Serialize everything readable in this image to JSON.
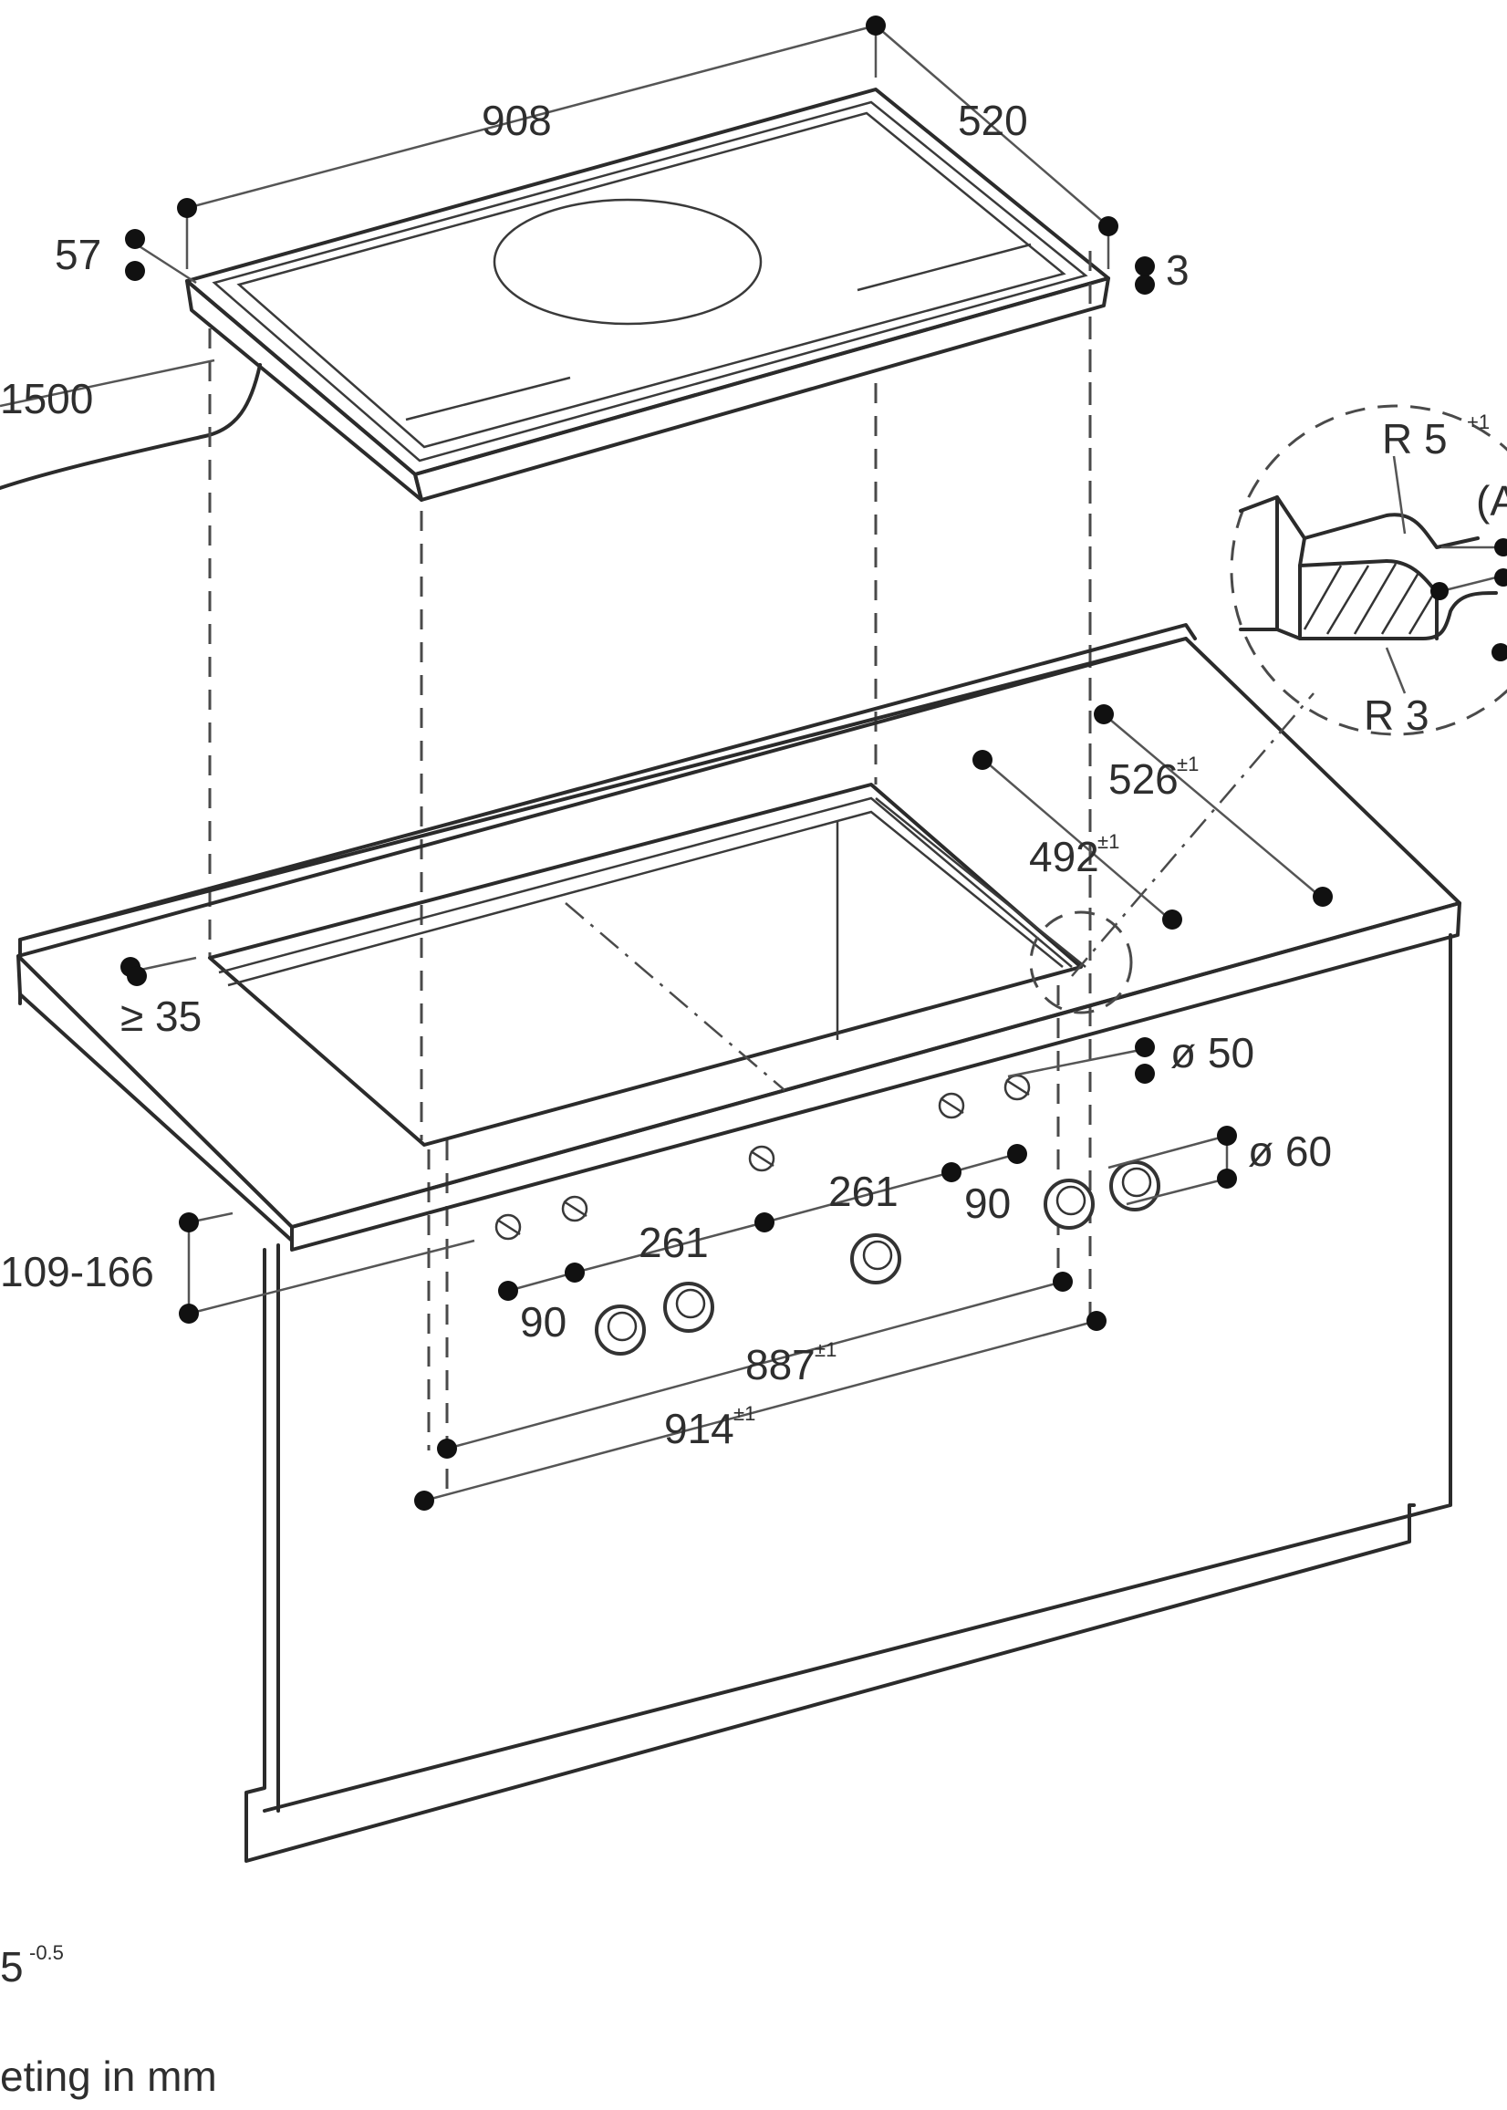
{
  "dimensions": {
    "width_908": "908",
    "depth_520": "520",
    "height_57": "57",
    "edge_3": "3",
    "cable_1500": "1500",
    "min_35": "≥ 35",
    "cutout_526": "526",
    "cutout_526_tol": "±1",
    "cutout_492": "492",
    "cutout_492_tol": "±1",
    "hole_50": "ø 50",
    "hole_60": "ø 60",
    "spacing_261_right": "261",
    "spacing_261_left": "261",
    "spacing_90_right": "90",
    "spacing_90_left": "90",
    "range_109_166": "109-166",
    "cutout_887": "887",
    "cutout_887_tol": "±1",
    "cutout_914": "914",
    "cutout_914_tol": "±1"
  },
  "detail": {
    "radius_5": "R 5",
    "radius_5_tol": "+1",
    "radius_3": "R 3",
    "label_a": "(A"
  },
  "footer": {
    "partial_value": "5",
    "partial_value_tol": "-0.5",
    "note": "eting in mm"
  }
}
